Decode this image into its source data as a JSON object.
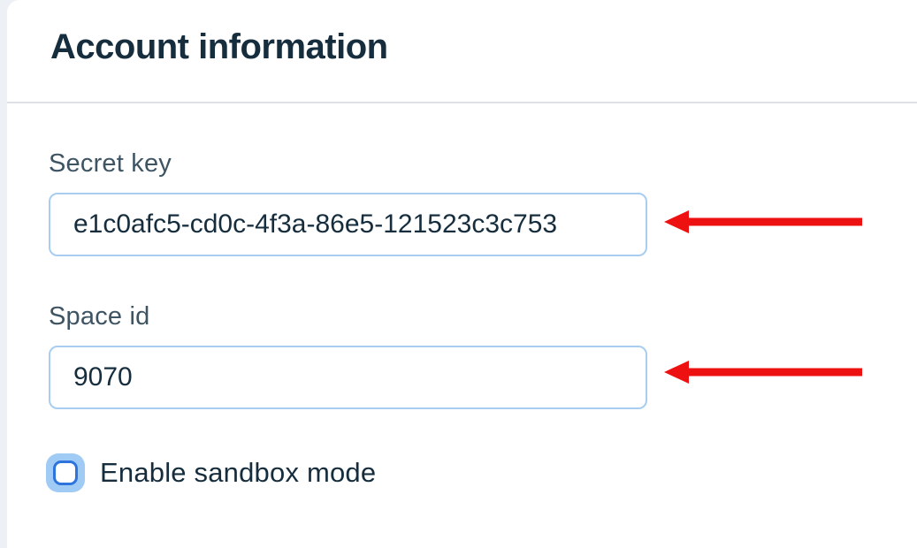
{
  "card": {
    "title": "Account information"
  },
  "form": {
    "fields": [
      {
        "label": "Secret key",
        "value": "e1c0afc5-cd0c-4f3a-86e5-121523c3c753"
      },
      {
        "label": "Space id",
        "value": "9070"
      }
    ],
    "checkbox": {
      "label": "Enable sandbox mode",
      "checked": false
    }
  },
  "annotations": {
    "arrow_color": "#ee1111"
  },
  "colors": {
    "page_background": "#edf0f4",
    "card_background": "#ffffff",
    "title_text": "#162d3d",
    "label_text": "#3e5463",
    "input_text": "#162d3d",
    "input_border": "#a9cdf0",
    "divider": "#dde0e9",
    "checkbox_border": "#2e74dd",
    "checkbox_halo": "#a0cbf4"
  }
}
